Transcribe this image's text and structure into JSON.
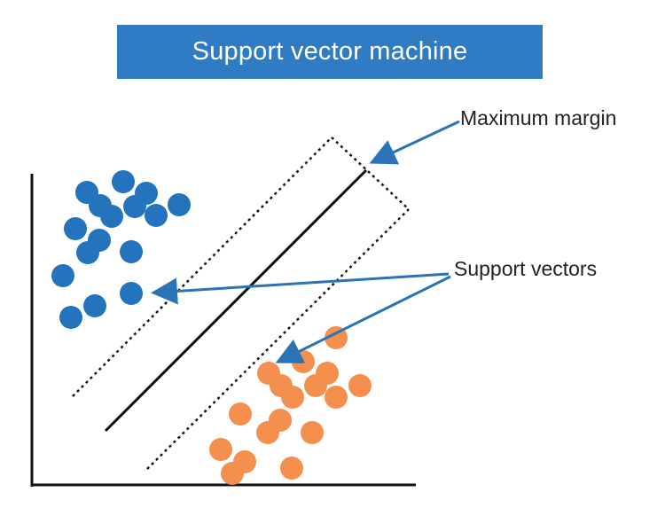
{
  "title": "Support vector machine",
  "labels": {
    "maximum_margin": "Maximum margin",
    "support_vectors": "Support vectors"
  },
  "colors": {
    "banner": "#2f7bc4",
    "class_a": "#2373bd",
    "class_b": "#f58f4e",
    "arrow": "#2b73b7",
    "line": "#111111"
  },
  "classes": [
    {
      "color": "#2373bd"
    },
    {
      "color": "#f58f4e"
    }
  ]
}
